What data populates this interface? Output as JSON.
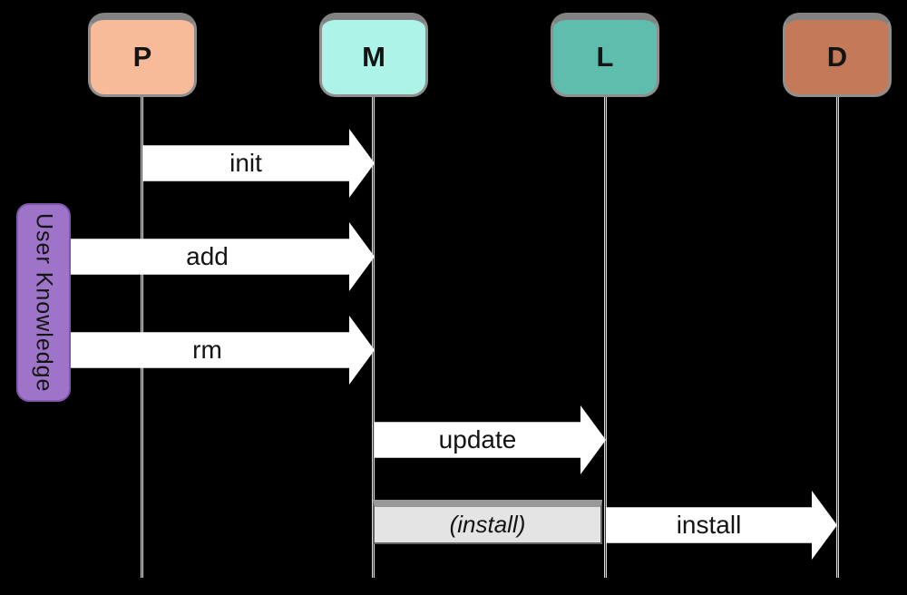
{
  "diagram": {
    "type": "sequence-diagram",
    "background": "#000000",
    "actors": [
      {
        "label": "P",
        "fill": "#f8bb9a"
      },
      {
        "label": "M",
        "fill": "#aef3e7"
      },
      {
        "label": "L",
        "fill": "#5ebdac"
      },
      {
        "label": "D",
        "fill": "#c47a58"
      }
    ],
    "group_label": {
      "text": "User Knowledge",
      "fill": "#9d74c8"
    },
    "messages": [
      {
        "label": "init",
        "from": "P",
        "to": "M",
        "style": "block-arrow"
      },
      {
        "label": "add",
        "from": "User Knowledge",
        "to": "M",
        "style": "block-arrow"
      },
      {
        "label": "rm",
        "from": "User Knowledge",
        "to": "M",
        "style": "block-arrow"
      },
      {
        "label": "update",
        "from": "M",
        "to": "L",
        "style": "block-arrow"
      },
      {
        "label": "(install)",
        "from": "M",
        "to": "L",
        "style": "note-bar"
      },
      {
        "label": "install",
        "from": "L",
        "to": "D",
        "style": "block-arrow"
      }
    ],
    "colors": {
      "arrow_fill": "#ffffff",
      "note_fill": "#e4e4e4",
      "lifeline": "#d9d9d9",
      "text": "#141414"
    }
  }
}
